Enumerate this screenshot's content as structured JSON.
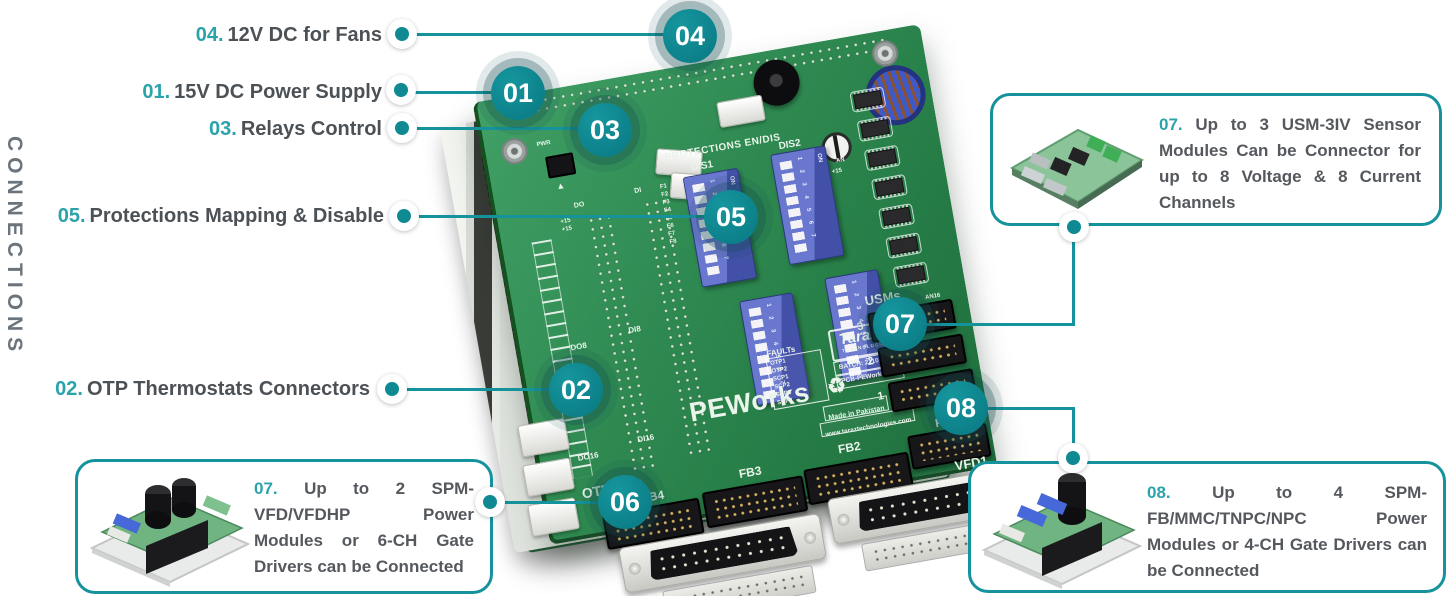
{
  "title_vertical": "CONNECTIONS",
  "colors": {
    "teal_marker": "#0d8089",
    "line": "#15939d",
    "accent_number": "#2ba3ab",
    "label_text": "#4c5156",
    "board_green": "#2f8c53"
  },
  "callouts_left": [
    {
      "num": "04.",
      "label": "12V DC for Fans"
    },
    {
      "num": "01.",
      "label": "15V DC Power Supply"
    },
    {
      "num": "03.",
      "label": "Relays Control"
    },
    {
      "num": "05.",
      "label": "Protections Mapping & Disable"
    },
    {
      "num": "02.",
      "label": "OTP Thermostats Connectors"
    }
  ],
  "info_boxes": [
    {
      "num": "07.",
      "text": "Up to 3 USM-3IV Sensor Modules Can be Connector for up to 8 Voltage & 8 Current Channels"
    },
    {
      "num": "07.",
      "text": "Up to 2 SPM-VFD/VFDHP Power Modules or 6-CH Gate Drivers can be Connected"
    },
    {
      "num": "08.",
      "text": "Up to 4 SPM-FB/MMC/TNPC/NPC Power Modules or 4-CH Gate Drivers can be Connected"
    }
  ],
  "markers": [
    "01",
    "02",
    "03",
    "04",
    "05",
    "06",
    "07",
    "08"
  ],
  "board": {
    "name": "PEWorks",
    "brand": "Taraz",
    "brand_sub": "TECHNOLOGIES",
    "batch": "BATCH:  2110",
    "rev": "PCB-PEWorks.R1",
    "made_in": "Made  in  Pakistan",
    "website": "www.taraztechnologies.com",
    "protections": "PROTECTIONS EN/DIS",
    "dis1": "DIS1",
    "dis2": "DIS2",
    "dip_scale": "1 2 3 4 5 6 7",
    "dip_on": "ON",
    "f_col": "F1 F2 F3 F4 F5 F6 F7 F8",
    "faults_title": "FAULTs",
    "faults": [
      "OTP1",
      "OTP2",
      "SCP1",
      "SCP2",
      "SCP3",
      "SCP4"
    ],
    "usms_label": "USMs",
    "usm_nums": [
      "3",
      "2",
      "1"
    ],
    "fb": [
      "FB4",
      "FB3",
      "FB2",
      "FB1"
    ],
    "vfd2": "VFD2",
    "vfd1": "VFD1",
    "otp": "OTP",
    "io": {
      "do": "DO",
      "di": "DI",
      "do8": "DO8",
      "di8": "DI8",
      "do16": "DO16",
      "di16": "DI16",
      "an": "AN",
      "an16": "AN16",
      "p15": "+15",
      "pwr": "PWR"
    },
    "recycle": "♻",
    "warning": "▲"
  }
}
